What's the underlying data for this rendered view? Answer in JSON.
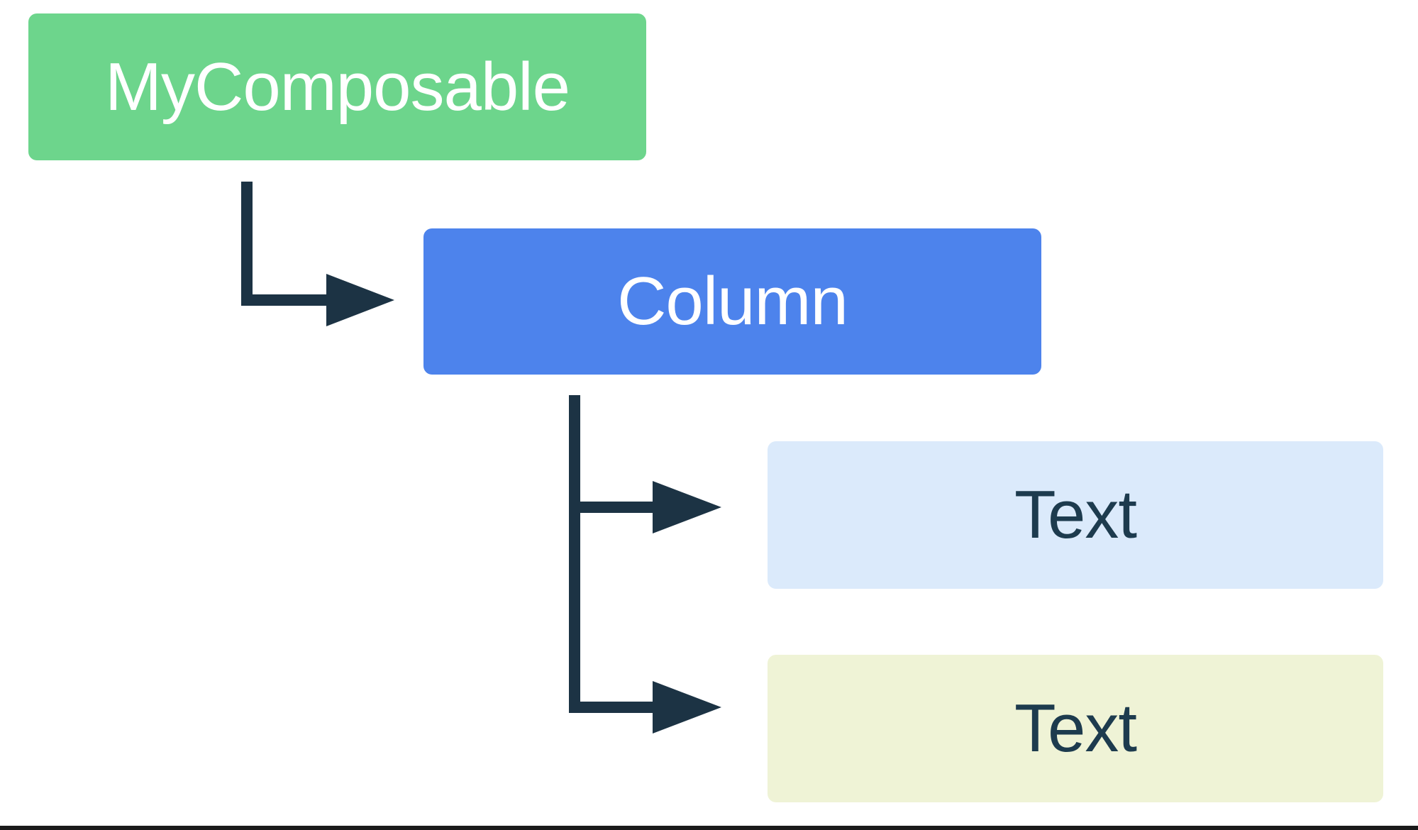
{
  "nodes": [
    {
      "id": "mycomposable",
      "label": "MyComposable",
      "fill": "#6DD58C",
      "text_color": "#FFFFFF"
    },
    {
      "id": "column",
      "label": "Column",
      "fill": "#4D83EC",
      "text_color": "#FFFFFF"
    },
    {
      "id": "text-1",
      "label": "Text",
      "fill": "#DBEAFB",
      "text_color": "#1D3B4E"
    },
    {
      "id": "text-2",
      "label": "Text",
      "fill": "#EFF3D6",
      "text_color": "#1D3B4E"
    }
  ],
  "edges": [
    {
      "from": "mycomposable",
      "to": "column"
    },
    {
      "from": "column",
      "to": "text-1"
    },
    {
      "from": "column",
      "to": "text-2"
    }
  ],
  "colors": {
    "connector": "#1C3344",
    "background": "#FFFFFF",
    "bottom_rule": "#1A1A1A"
  }
}
